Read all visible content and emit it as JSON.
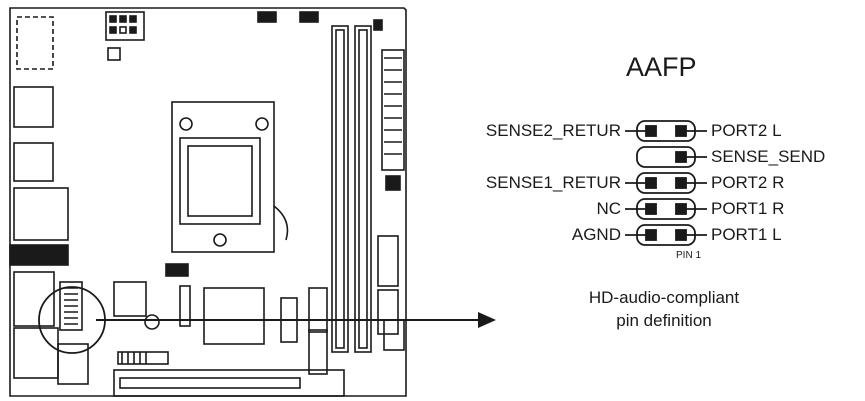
{
  "header": {
    "title": "AAFP"
  },
  "pins": {
    "left": [
      "SENSE2_RETUR",
      "",
      "SENSE1_RETUR",
      "NC",
      "AGND"
    ],
    "right": [
      "PORT2 L",
      "SENSE_SEND",
      "PORT2 R",
      "PORT1 R",
      "PORT1 L"
    ]
  },
  "pin1_label": "PIN 1",
  "caption": {
    "line1": "HD-audio-compliant",
    "line2": "pin definition"
  },
  "colors": {
    "line": "#1a1a1a",
    "background": "#ffffff"
  }
}
